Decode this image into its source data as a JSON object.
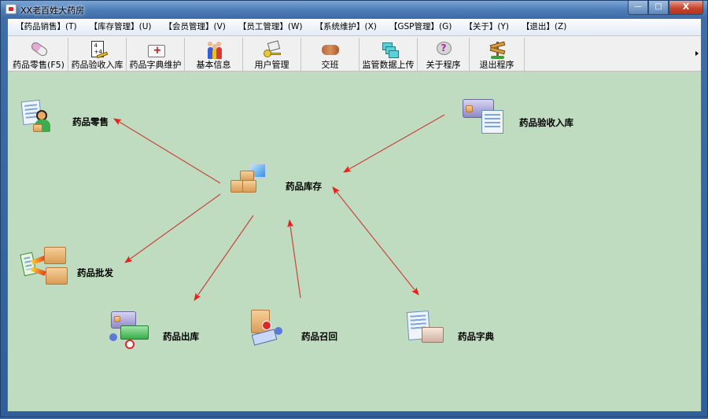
{
  "window": {
    "title": "XX老百姓大药房",
    "controls": {
      "minimize": "—",
      "maximize": "□",
      "close": "X"
    }
  },
  "menubar": {
    "items": [
      {
        "label": "【药品销售】(T)"
      },
      {
        "label": "【库存管理】(U)"
      },
      {
        "label": "【会员管理】(V)"
      },
      {
        "label": "【员工管理】(W)"
      },
      {
        "label": "【系统维护】(X)"
      },
      {
        "label": "【GSP管理】(G)"
      },
      {
        "label": "【关于】(Y)"
      },
      {
        "label": "【退出】(Z)"
      }
    ]
  },
  "toolbar": {
    "buttons": [
      {
        "label": "药品零售(F5)",
        "icon": "pill-icon"
      },
      {
        "label": "药品验收入库",
        "icon": "checklist-icon"
      },
      {
        "label": "药品字典维护",
        "icon": "medkit-icon"
      },
      {
        "label": "基本信息",
        "icon": "people-icon"
      },
      {
        "label": "用户管理",
        "icon": "key-icon"
      },
      {
        "label": "交班",
        "icon": "handshake-icon"
      },
      {
        "label": "监管数据上传",
        "icon": "upload-icon"
      },
      {
        "label": "关于程序",
        "icon": "help-bubble-icon"
      },
      {
        "label": "退出程序",
        "icon": "signpost-icon"
      }
    ],
    "overflow_icon": "chevron-right-icon"
  },
  "flow": {
    "nodes": {
      "retail": {
        "label": "药品零售",
        "icon": "retail-clerk-icon"
      },
      "receiving": {
        "label": "药品验收入库",
        "icon": "truck-document-icon"
      },
      "inventory": {
        "label": "药品库存",
        "icon": "boxes-monitor-icon"
      },
      "wholesale": {
        "label": "药品批发",
        "icon": "wholesale-boxes-icon"
      },
      "outbound": {
        "label": "药品出库",
        "icon": "truck-outbound-icon"
      },
      "recall": {
        "label": "药品召回",
        "icon": "recall-box-icon"
      },
      "dictionary": {
        "label": "药品字典",
        "icon": "dictionary-box-icon"
      }
    },
    "arrow_color": "#e8201a",
    "line_color": "#c8443a",
    "background": "#c0dcc0"
  }
}
